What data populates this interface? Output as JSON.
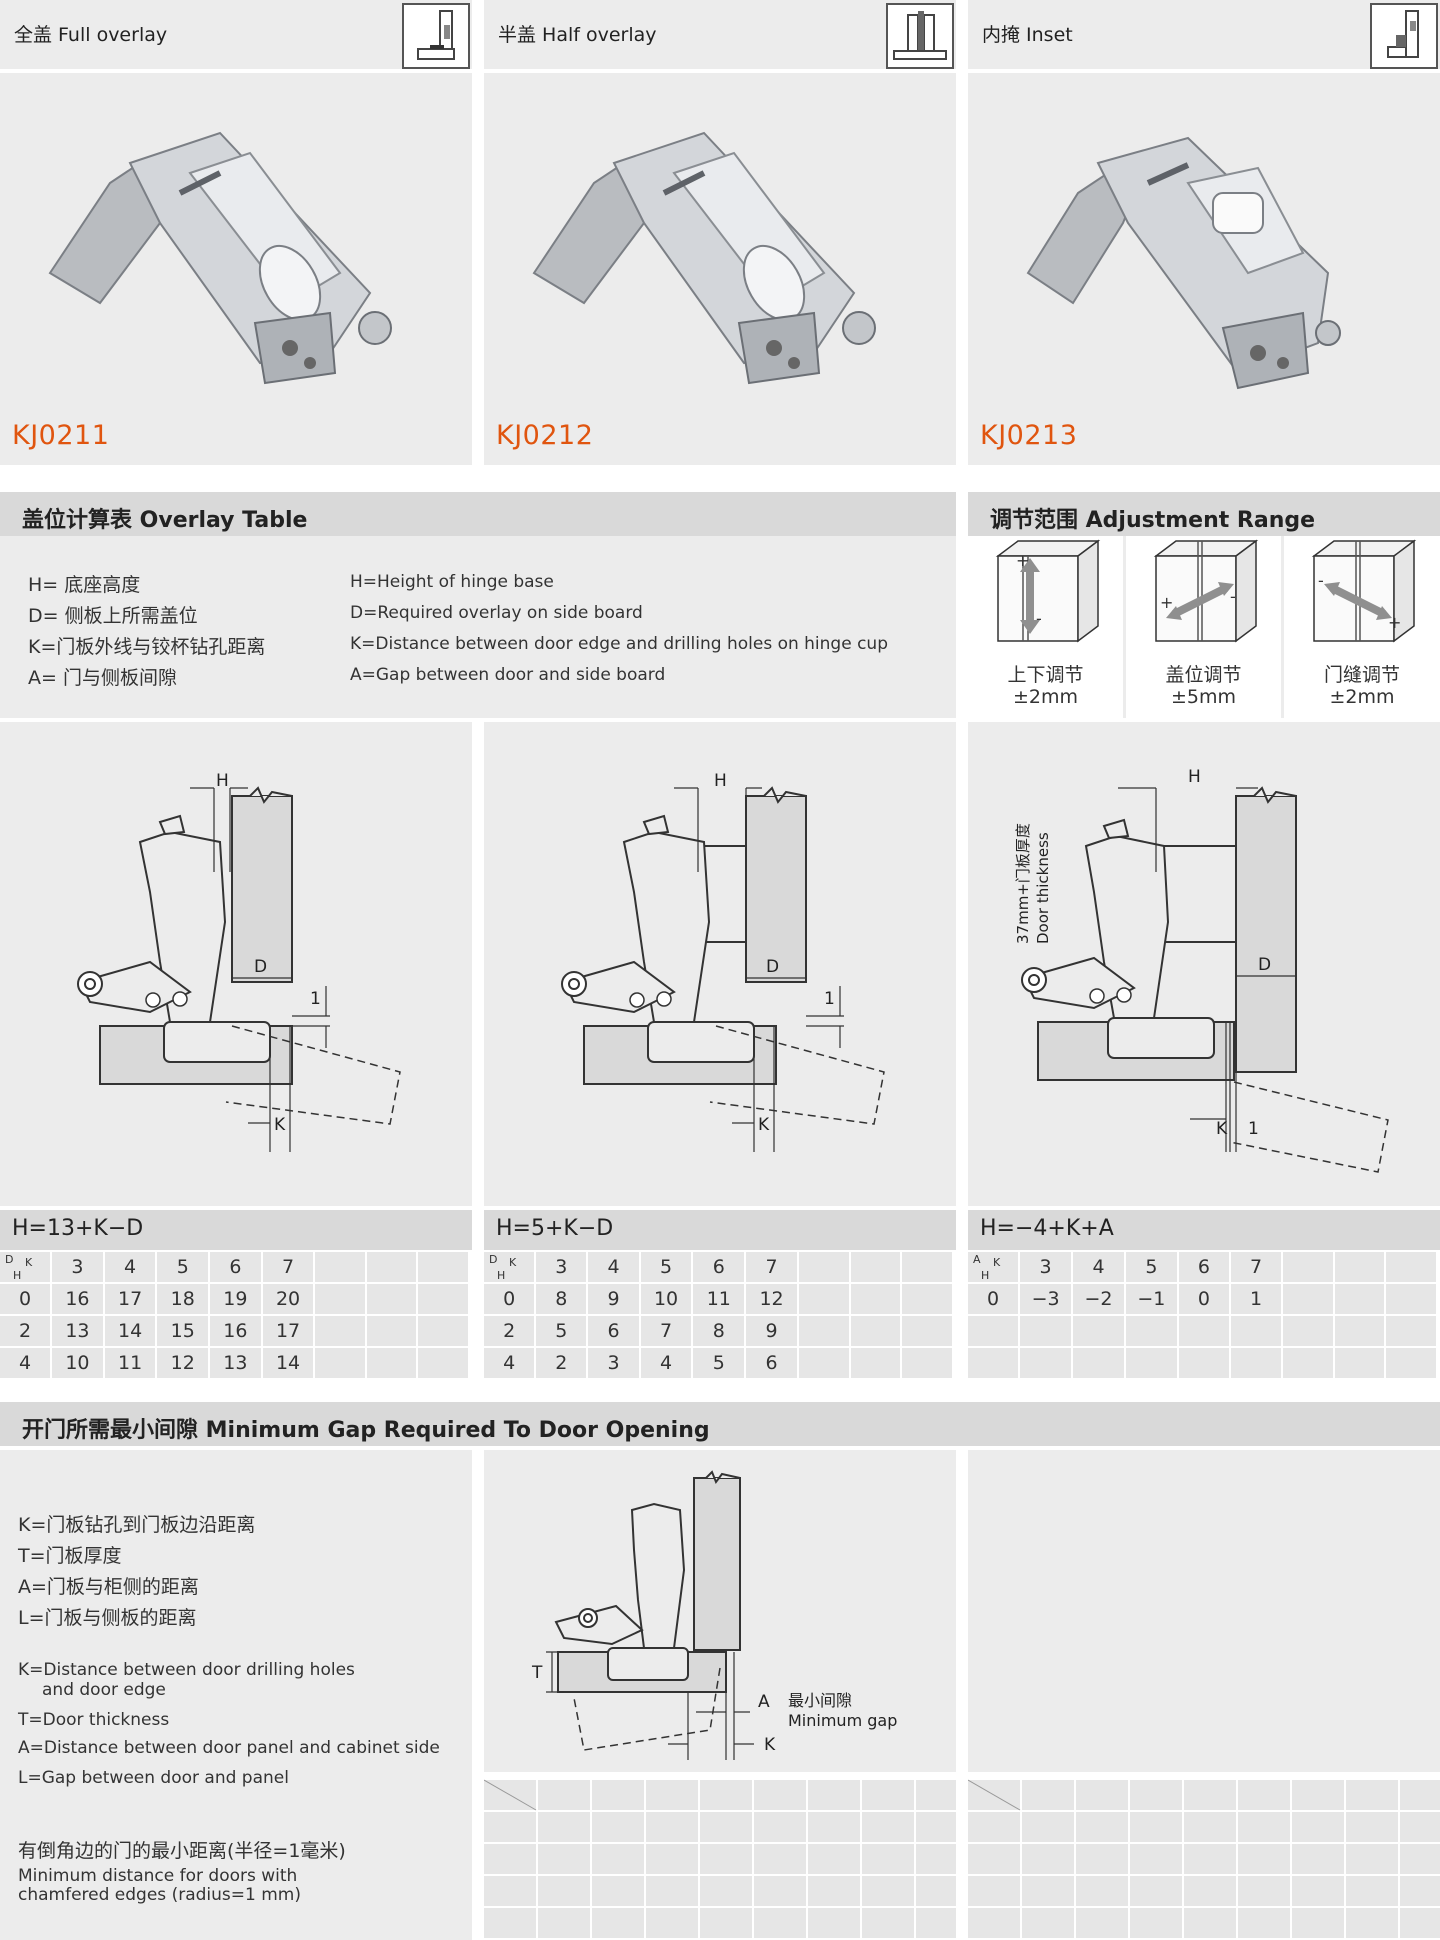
{
  "products": [
    {
      "title": "全盖 Full overlay",
      "code": "KJ0211",
      "icon": "full-overlay-icon"
    },
    {
      "title": "半盖 Half overlay",
      "code": "KJ0212",
      "icon": "half-overlay-icon"
    },
    {
      "title": "内掩 Inset",
      "code": "KJ0213",
      "icon": "inset-icon"
    }
  ],
  "overlay": {
    "title": "盖位计算表  Overlay Table",
    "legend": [
      {
        "zh": "H= 底座高度",
        "en": "H=Height of hinge base"
      },
      {
        "zh": "D= 侧板上所需盖位",
        "en": "D=Required overlay on side board"
      },
      {
        "zh": "K=门板外线与铰杯钻孔距离",
        "en": "K=Distance between door edge and drilling holes on hinge cup"
      },
      {
        "zh": "A= 门与侧板间隙",
        "en": "A=Gap between door and side board"
      }
    ]
  },
  "adjust": {
    "title": "调节范围  Adjustment Range",
    "items": [
      {
        "zh": "上下调节",
        "range": "±2mm"
      },
      {
        "zh": "盖位调节",
        "range": "±5mm"
      },
      {
        "zh": "门缝调节",
        "range": "±2mm"
      }
    ]
  },
  "diagrams": {
    "h_label": "H",
    "d_label": "D",
    "k_label": "K",
    "one_label": "1",
    "plus": "+",
    "minus": "-",
    "door_thickness_zh": "37mm+门板厚度",
    "door_thickness_en": "Door thickness"
  },
  "tables": [
    {
      "formula": "H=13+K−D",
      "corner_top": "D",
      "corner_bottom": "H",
      "corner_k": "K",
      "header": [
        "3",
        "4",
        "5",
        "6",
        "7"
      ],
      "rows": [
        [
          "0",
          "16",
          "17",
          "18",
          "19",
          "20"
        ],
        [
          "2",
          "13",
          "14",
          "15",
          "16",
          "17"
        ],
        [
          "4",
          "10",
          "11",
          "12",
          "13",
          "14"
        ]
      ]
    },
    {
      "formula": "H=5+K−D",
      "corner_top": "D",
      "corner_bottom": "H",
      "corner_k": "K",
      "header": [
        "3",
        "4",
        "5",
        "6",
        "7"
      ],
      "rows": [
        [
          "0",
          "8",
          "9",
          "10",
          "11",
          "12"
        ],
        [
          "2",
          "5",
          "6",
          "7",
          "8",
          "9"
        ],
        [
          "4",
          "2",
          "3",
          "4",
          "5",
          "6"
        ]
      ]
    },
    {
      "formula": "H=−4+K+A",
      "corner_top": "A",
      "corner_bottom": "H",
      "corner_k": "K",
      "header": [
        "3",
        "4",
        "5",
        "6",
        "7"
      ],
      "rows": [
        [
          "0",
          "−3",
          "−2",
          "−1",
          "0",
          "1"
        ],
        [
          "",
          "",
          "",
          "",
          "",
          ""
        ],
        [
          "",
          "",
          "",
          "",
          "",
          ""
        ]
      ]
    }
  ],
  "gap": {
    "title": "开门所需最小间隙  Minimum Gap Required To Door Opening",
    "legend_zh": [
      "K=门板钻孔到门板边沿距离",
      "T=门板厚度",
      "A=门板与柜侧的距离",
      "L=门板与侧板的距离"
    ],
    "legend_en": [
      "K=Distance between door drilling holes",
      "and door edge",
      "T=Door thickness",
      "A=Distance between door panel and cabinet side",
      "L=Gap between door  and panel"
    ],
    "chamfer_zh": "有倒角边的门的最小距离(半径=1毫米)",
    "chamfer_en_1": "Minimum distance for doors with",
    "chamfer_en_2": "chamfered edges (radius=1 mm)",
    "diagram": {
      "t": "T",
      "a": "A",
      "k": "K",
      "min_zh": "最小间隙",
      "min_en": "Minimum gap"
    }
  }
}
